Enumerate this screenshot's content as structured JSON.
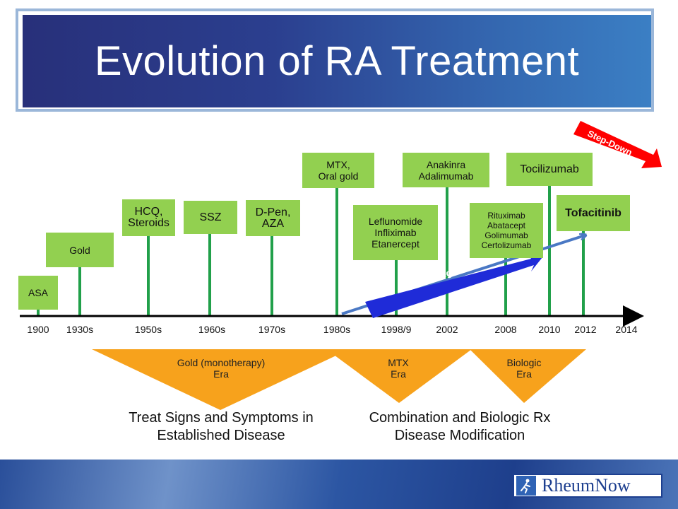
{
  "title": "Evolution of RA Treatment",
  "treatments": [
    {
      "label": "ASA"
    },
    {
      "label": "Gold"
    },
    {
      "label": "HCQ,\nSteroids"
    },
    {
      "label": "SSZ"
    },
    {
      "label": "D-Pen,\nAZA"
    },
    {
      "label": "MTX,\nOral gold"
    },
    {
      "label": "Leflunomide\nInfliximab\nEtanercept"
    },
    {
      "label": "Anakinra\nAdalimumab"
    },
    {
      "label": "Rituximab\nAbatacept\nGolimumab\nCertolizumab"
    },
    {
      "label": "Tocilizumab"
    },
    {
      "label": "Tofacitinib"
    }
  ],
  "years": [
    "1900",
    "1930s",
    "1950s",
    "1960s",
    "1970s",
    "1980s",
    "1998/9",
    "2002",
    "2008",
    "2010",
    "2012",
    "2014"
  ],
  "arrows": {
    "step_up": "Step-Up Regimens",
    "step_down": "Step-Down"
  },
  "eras": [
    {
      "line1": "Gold (monotherapy)",
      "line2": "Era"
    },
    {
      "line1": "MTX",
      "line2": "Era"
    },
    {
      "line1": "Biologic",
      "line2": "Era"
    }
  ],
  "captions": {
    "left": {
      "line1": "Treat Signs and Symptoms in",
      "line2": "Established Disease"
    },
    "right": {
      "line1": "Combination and Biologic Rx",
      "line2": "Disease Modification"
    }
  },
  "logo": {
    "text": "RheumNow"
  },
  "colors": {
    "box_green": "#92d050",
    "stem_green": "#21a04a",
    "era_orange": "#f7a21c",
    "step_up_blue": "#1f2bd8",
    "step_down_red": "#ff0000",
    "title_blue": "#2b3f8f"
  }
}
